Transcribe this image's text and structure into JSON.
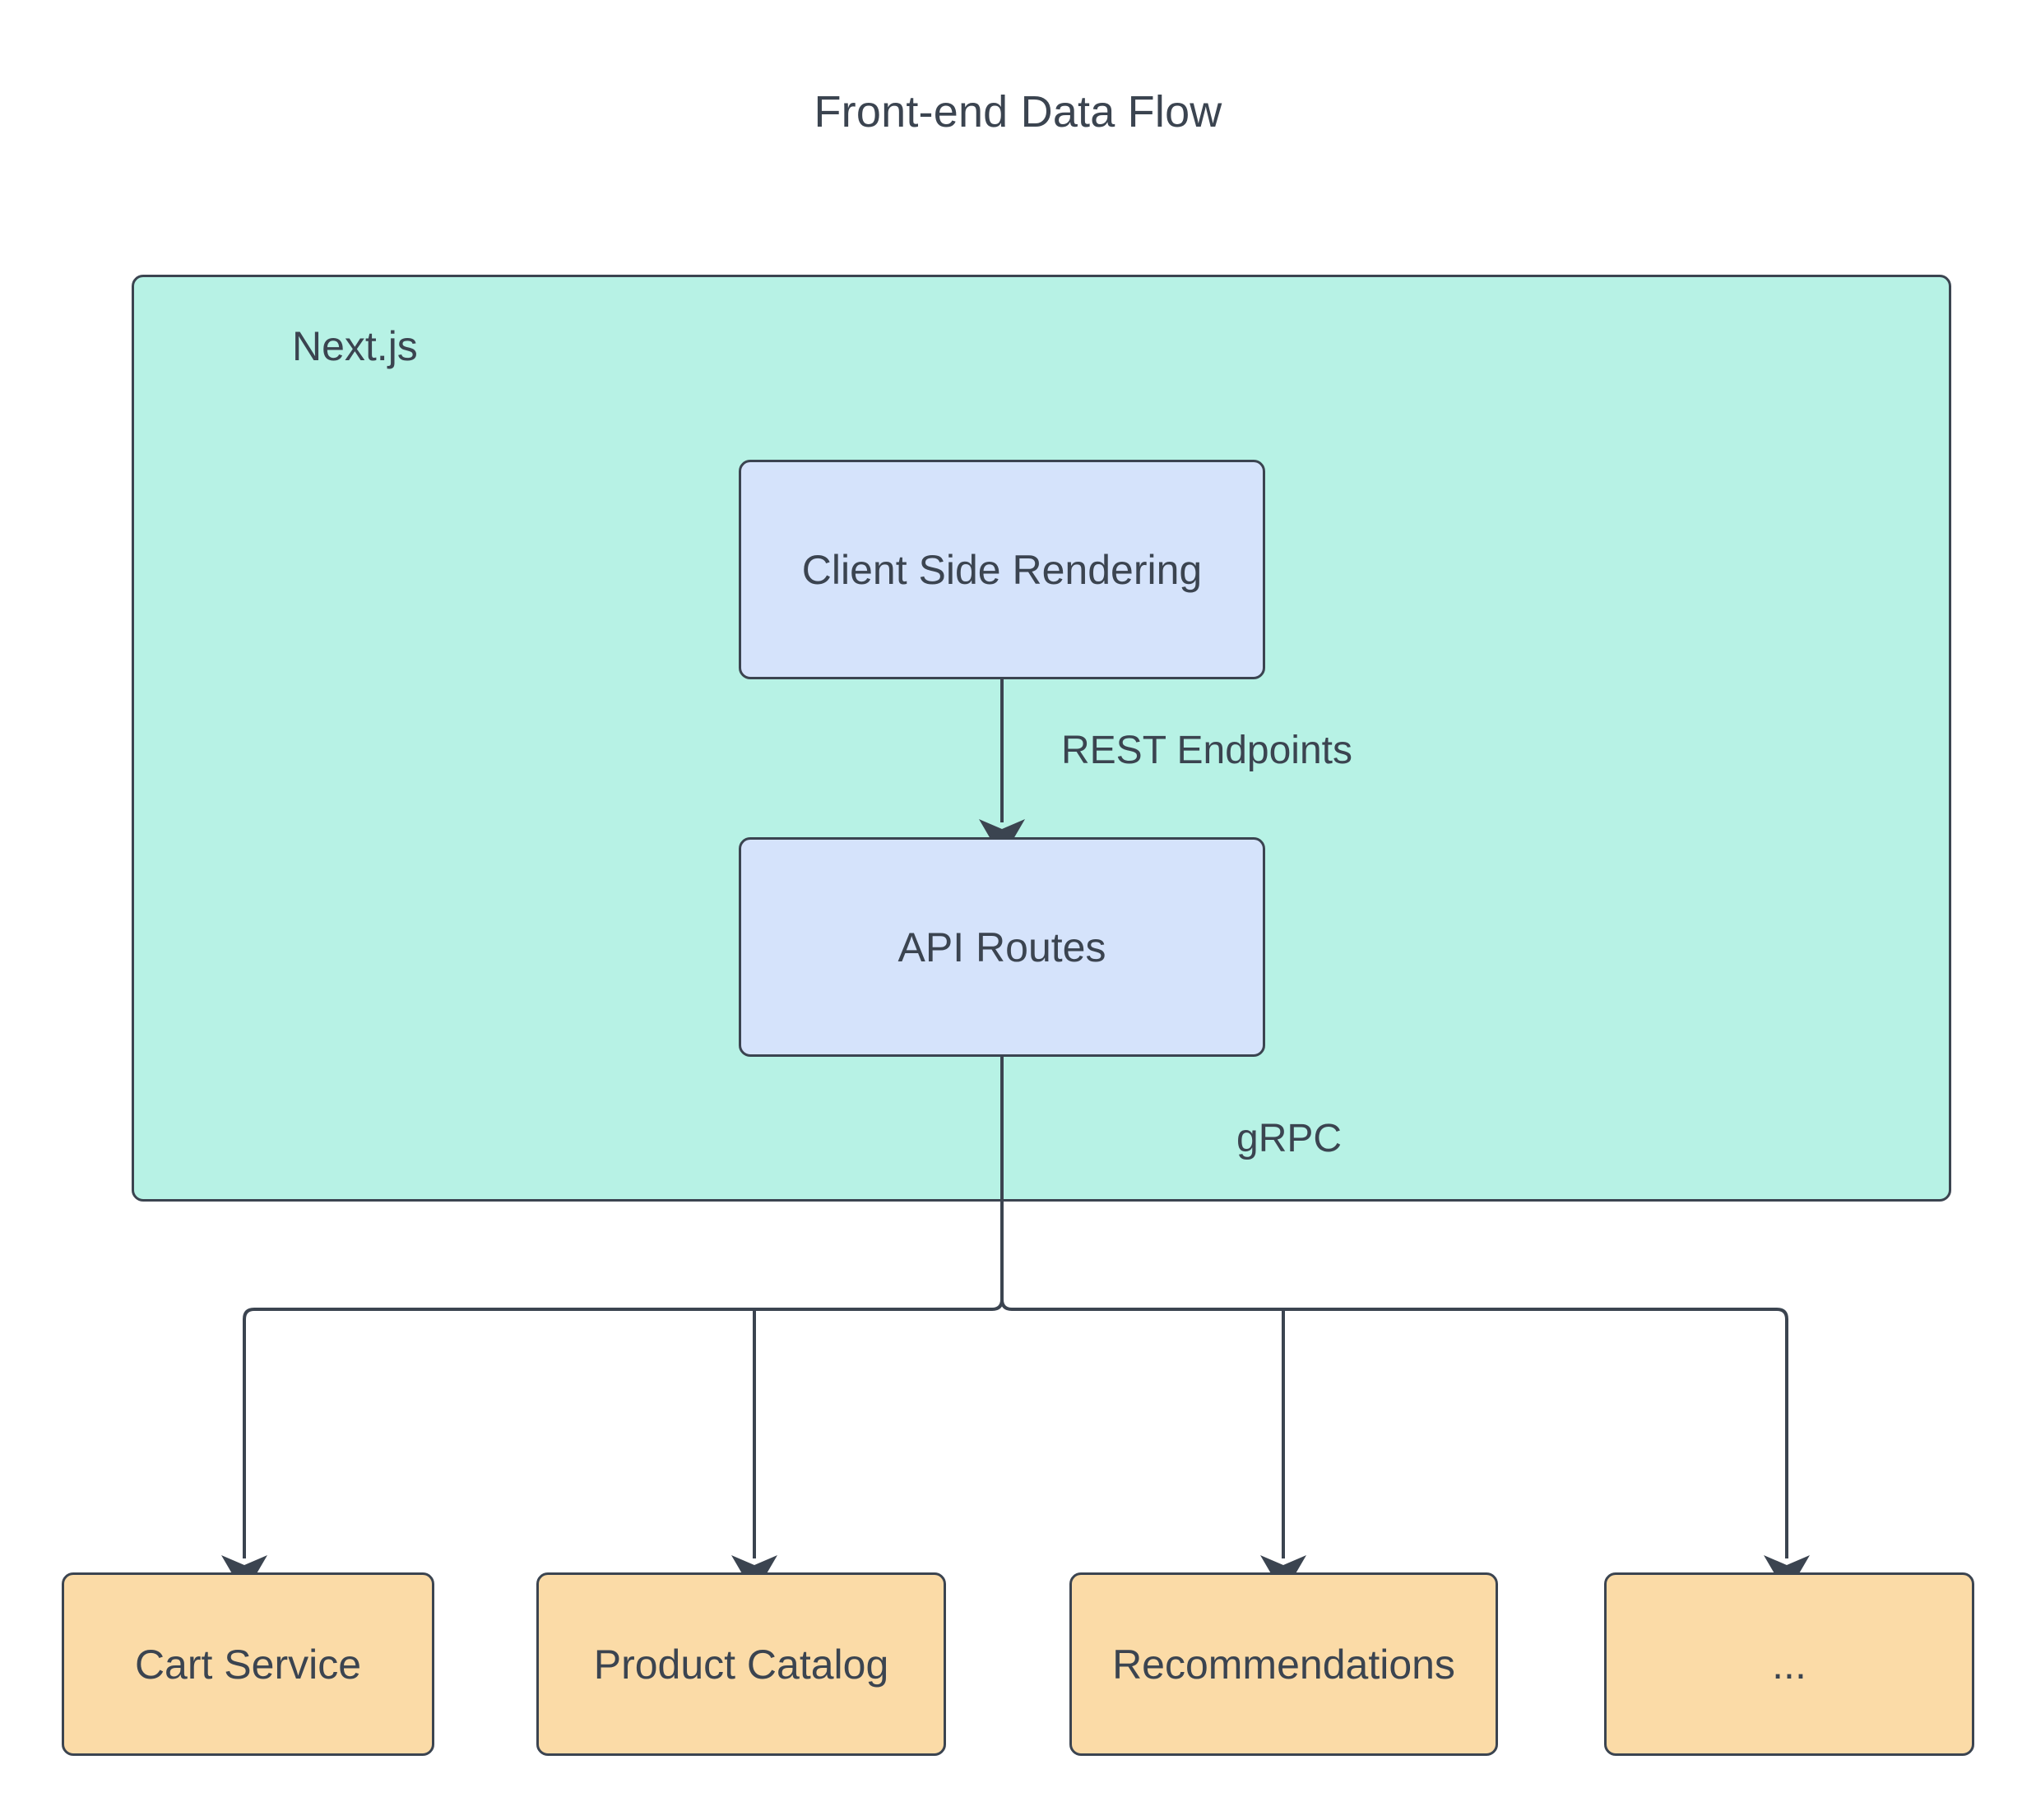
{
  "diagram": {
    "title": "Front-end Data Flow",
    "type": "flowchart",
    "direction": "top-down",
    "colors": {
      "cluster_fill": "#b7f2e5",
      "process_fill": "#d5e3fb",
      "service_fill": "#fbdba7",
      "stroke": "#3b4450",
      "text": "#3b4450",
      "background": "#ffffff"
    },
    "cluster": {
      "label": "Next.js",
      "name": "nextjs-cluster"
    },
    "nodes": [
      {
        "id": "csr",
        "label": "Client Side Rendering",
        "shape": "rounded-rect",
        "group": "Next.js",
        "fill": "#d5e3fb"
      },
      {
        "id": "api",
        "label": "API Routes",
        "shape": "rounded-rect",
        "group": "Next.js",
        "fill": "#d5e3fb"
      },
      {
        "id": "cart",
        "label": "Cart Service",
        "shape": "rounded-rect",
        "group": "services",
        "fill": "#fbdba7"
      },
      {
        "id": "catalog",
        "label": "Product Catalog",
        "shape": "rounded-rect",
        "group": "services",
        "fill": "#fbdba7"
      },
      {
        "id": "reco",
        "label": "Recommendations",
        "shape": "rounded-rect",
        "group": "services",
        "fill": "#fbdba7"
      },
      {
        "id": "more",
        "label": "...",
        "shape": "rounded-rect",
        "group": "services",
        "fill": "#fbdba7"
      }
    ],
    "edges": [
      {
        "from": "csr",
        "to": "api",
        "label": "REST Endpoints",
        "arrow": "open-arrow"
      },
      {
        "from": "api",
        "to": "cart",
        "label": "gRPC",
        "arrow": "open-arrow"
      },
      {
        "from": "api",
        "to": "catalog",
        "label": "",
        "arrow": "open-arrow"
      },
      {
        "from": "api",
        "to": "reco",
        "label": "",
        "arrow": "open-arrow"
      },
      {
        "from": "api",
        "to": "more",
        "label": "",
        "arrow": "open-arrow"
      }
    ],
    "edge_labels": {
      "rest": "REST Endpoints",
      "grpc": "gRPC"
    }
  }
}
